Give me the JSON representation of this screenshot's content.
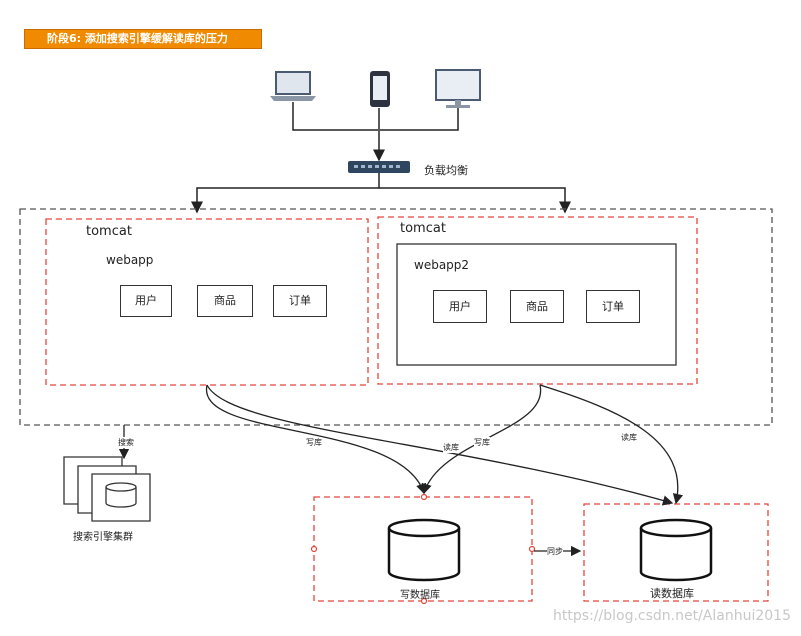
{
  "title": "阶段6: 添加搜索引擎缓解读库的压力",
  "load_balancer_label": "负载均衡",
  "tomcat1": {
    "label": "tomcat",
    "app_label": "webapp",
    "modules": [
      "用户",
      "商品",
      "订单"
    ]
  },
  "tomcat2": {
    "label": "tomcat",
    "app_label": "webapp2",
    "modules": [
      "用户",
      "商品",
      "订单"
    ]
  },
  "edges": {
    "search": "搜索",
    "write_db": "写库",
    "read_db": "读库",
    "sync": "同步"
  },
  "search_cluster_label": "搜索引擎集群",
  "write_db_label": "写数据库",
  "read_db_label": "读数据库",
  "watermark": "https://blog.csdn.net/Alanhui2015",
  "colors": {
    "title_bg": "#f08a00",
    "dashed_red": "#e8443a",
    "dashed_gray": "#555555",
    "device": "#4a5a70"
  },
  "icons": [
    "laptop-icon",
    "phone-icon",
    "monitor-icon",
    "load-balancer-icon",
    "database-icon"
  ]
}
